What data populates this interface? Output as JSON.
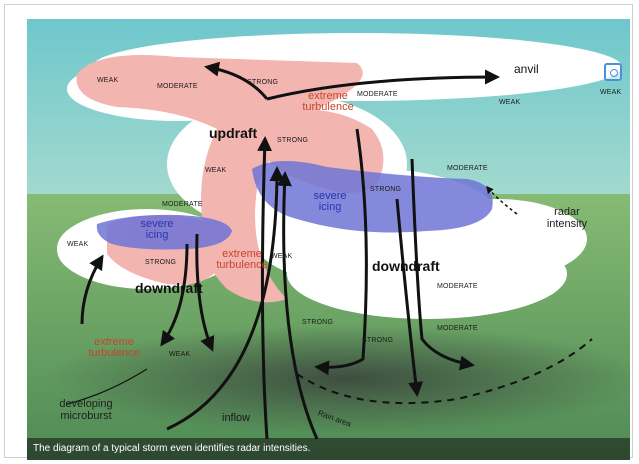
{
  "labels": {
    "anvil": "anvil",
    "updraft": "updraft",
    "downdraft_right": "downdraft",
    "downdraft_left": "downdraft",
    "radar_intensity": "radar intensity",
    "extreme_turbulence_top": "extreme turbulence",
    "extreme_turbulence_mid": "extreme turbulence",
    "extreme_turbulence_low": "extreme turbulence",
    "severe_icing_right": "severe icing",
    "severe_icing_left": "severe icing",
    "developing_microburst": "developing microburst",
    "inflow": "inflow",
    "rain_area": "Rain area"
  },
  "intensity_labels": {
    "weak_top_left": "WEAK",
    "moderate_top": "MODERATE",
    "strong_top": "STRONG",
    "moderate_anvil": "MODERATE",
    "weak_anvil": "WEAK",
    "weak_far_right": "WEAK",
    "strong_updraft": "STRONG",
    "weak_mid": "WEAK",
    "moderate_radar": "MODERATE",
    "strong_icing": "STRONG",
    "moderate_left": "MODERATE",
    "weak_left": "WEAK",
    "strong_left": "STRONG",
    "weak_center": "WEAK",
    "moderate_right": "MODERATE",
    "strong_low": "STRONG",
    "strong_right": "STRONG",
    "moderate_low": "MODERATE",
    "weak_bottom": "WEAK"
  },
  "caption": "The diagram of a typical storm even identifies radar intensities.",
  "icons": {
    "lens": "visual-search-icon"
  },
  "colors": {
    "sky": "#7fcdd0",
    "ground": "#6fa86a",
    "cloud": "#ffffff",
    "turbulence_zone": "#f2b5b0",
    "icing_zone": "#6f74d6",
    "rain": "#4f5c4f",
    "turbulence_text": "#c8452c",
    "icing_text": "#2a35b0"
  }
}
